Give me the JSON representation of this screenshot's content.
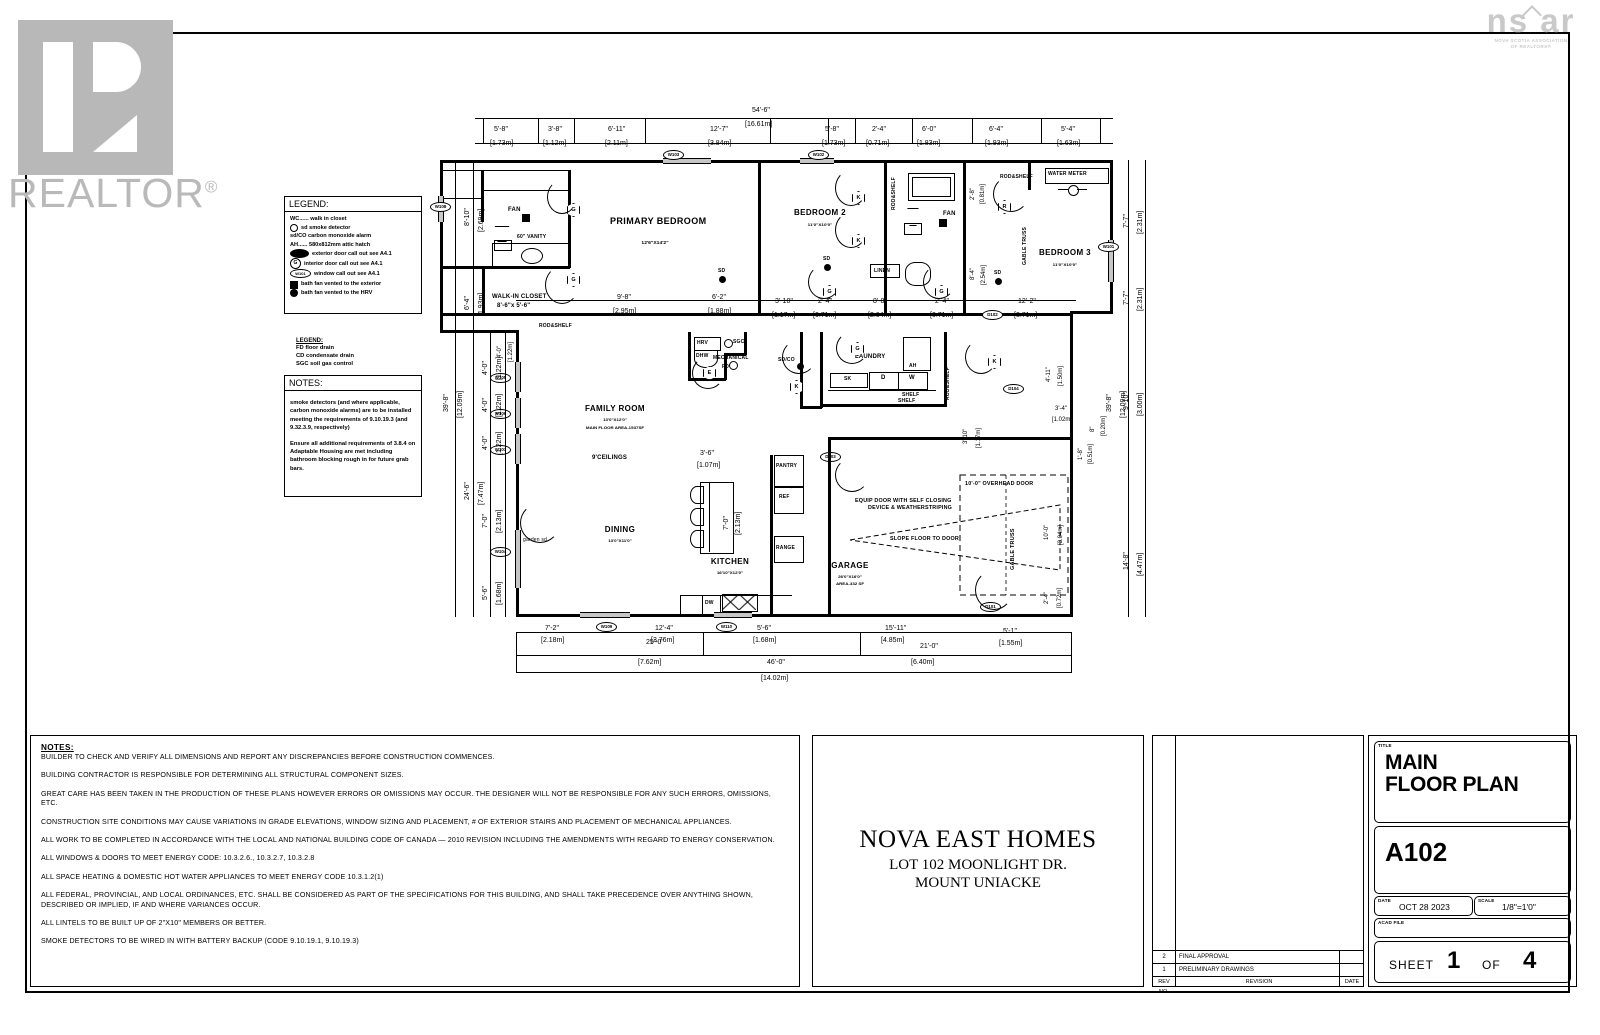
{
  "watermarks": {
    "realtor": "REALTOR",
    "realtor_reg": "®",
    "nsar": "ns  ar",
    "nsar_sub1": "NOVA SCOTIA ASSOCIATION",
    "nsar_sub2": "OF REALTORS®"
  },
  "legend": {
    "title": "LEGEND:",
    "rows": [
      "WC...... walk in closet",
      "sd      smoke detector",
      "sd/CO     carbon monoxide alarm",
      "AH...... 580x812mm attic hatch",
      "exterior door call out see A4.1",
      "interior door call out see A4.1",
      "window call out see A4.1",
      "bath fan vented to the exterior",
      "bath fan vented to the HRV"
    ],
    "door_ext_tag": "W101",
    "door_int_tag": "G",
    "window_tag": "W101"
  },
  "legend2": {
    "title": "LEGEND:",
    "rows": [
      "FD  floor drain",
      "CD  condensate drain",
      "SGC  soil gas control"
    ]
  },
  "notes_box": {
    "title": "NOTES:",
    "paragraphs": [
      "smoke detectors (and where applicable, carbon monoxide alarms) are to be installed meeting the requirements of 9.10.19.3 (and 9.32.3.9, respectively)",
      "Ensure all additional requirements of 3.8.4 on Adaptable Housing are met including bathroom blocking rough in for future grab bars."
    ]
  },
  "rooms": [
    {
      "name": "PRIMARY BEDROOM",
      "size": "12'6\"X14'2\""
    },
    {
      "name": "BEDROOM 2",
      "size": "11'0\"X10'0\""
    },
    {
      "name": "BEDROOM 3",
      "size": "11'0\"X10'0\""
    },
    {
      "name": "FAMILY ROOM",
      "size": "13'0\"X12'0\"",
      "extra": "MAIN FLOOR AREA-1537SF"
    },
    {
      "name": "DINING",
      "size": "13'0\"X11'0\""
    },
    {
      "name": "KITCHEN",
      "size": "16'10\"X12'0\""
    },
    {
      "name": "GARAGE",
      "size": "26'0\"X16'0\"",
      "extra": "AREA-332 SF"
    }
  ],
  "plan_labels": {
    "walk_in_closet": "WALK-IN CLOSET",
    "walk_in_closet_size": "8'-6\"x 5'-6\"",
    "vanity60": "60\" VANITY",
    "fan": "FAN",
    "rod_shelf": "ROD&SHELF",
    "linen": "LINEN",
    "water_meter": "WATER METER",
    "gable_truss": "GABLE TRUSS",
    "laundry": "LAUNDRY",
    "mechanical": "MECHANICAL",
    "hrv": "HRV",
    "dhw": "DHW",
    "sgc": "SGC",
    "fd": "FD",
    "sd_co": "SD/CO",
    "sd": "SD",
    "ah": "AH",
    "sk": "SK",
    "dryer": "D",
    "washer": "W",
    "shelf": "SHELF",
    "pantry": "PANTRY",
    "ref": "REF",
    "range": "RANGE",
    "dw": "DW",
    "ceilings": "9'CEILINGS",
    "garden_sd": "garden sd",
    "overhead_door": "10'-0\" OVERHEAD DOOR",
    "slope_floor": "SLOPE FLOOR TO DOOR",
    "equip_door_1": "EQUIP DOOR WITH SELF CLOSING",
    "equip_door_2": "DEVICE & WEATHERSTRIPING"
  },
  "dimensions": {
    "top_overall": "54'-6\"",
    "top_overall_m": "[16.61m]",
    "top_segments": [
      {
        "ft": "5'-8\"",
        "m": "[1.73m]"
      },
      {
        "ft": "3'-8\"",
        "m": "[1.12m]"
      },
      {
        "ft": "6'-11\"",
        "m": "[2.11m]"
      },
      {
        "ft": "12'-7\"",
        "m": "[3.84m]"
      },
      {
        "ft": "5'-8\"",
        "m": "[1.73m]"
      },
      {
        "ft": "2'-4\"",
        "m": "[0.71m]"
      },
      {
        "ft": "6'-0\"",
        "m": "[1.83m]"
      },
      {
        "ft": "6'-4\"",
        "m": "[1.93m]"
      },
      {
        "ft": "5'-4\"",
        "m": "[1.63m]"
      }
    ],
    "mid_segments": [
      {
        "ft": "9'-8\"",
        "m": "[2.95m]"
      },
      {
        "ft": "6'-2\"",
        "m": "[1.88m]"
      },
      {
        "ft": "3'-10\"",
        "m": "[1.17m]"
      },
      {
        "ft": "2'-4\"",
        "m": "[0.71m]"
      },
      {
        "ft": "8'-8\"",
        "m": "[2.64m]"
      },
      {
        "ft": "2'-4\"",
        "m": "[0.71m]"
      },
      {
        "ft": "12'-2\"",
        "m": "[3.71m]"
      }
    ],
    "bottom_segments": [
      {
        "ft": "7'-2\"",
        "m": "[2.18m]"
      },
      {
        "ft": "12'-4\"",
        "m": "[3.76m]"
      },
      {
        "ft": "5'-6\"",
        "m": "[1.68m]"
      },
      {
        "ft": "15'-11\"",
        "m": "[4.85m]"
      },
      {
        "ft": "5'-1\"",
        "m": "[1.55m]"
      }
    ],
    "bottom_25": "25'-0\"",
    "bottom_25_m": "[7.62m]",
    "bottom_21": "21'-0\"",
    "bottom_21_m": "[6.40m]",
    "bottom_46": "46'-0\"",
    "bottom_46_m": "[14.02m]",
    "left_segments": [
      {
        "ft": "8'-10\"",
        "m": "[2.69m]"
      },
      {
        "ft": "6'-4\"",
        "m": "[1.93m]"
      },
      {
        "ft": "4'-0\"",
        "m": "[1.22m]"
      },
      {
        "ft": "4'-0\"",
        "m": "[1.22m]"
      },
      {
        "ft": "4'-0\"",
        "m": "[1.22m]"
      },
      {
        "ft": "7'-0\"",
        "m": "[2.13m]"
      },
      {
        "ft": "5'-6\"",
        "m": "[1.68m]"
      }
    ],
    "left_24": "24'-6\"",
    "left_24_m": "[7.47m]",
    "left_overall": "39'-8\"",
    "left_overall_m": "[12.09m]",
    "right_segments": [
      {
        "ft": "7'-7\"",
        "m": "[2.31m]"
      },
      {
        "ft": "7'-7\"",
        "m": "[2.31m]"
      },
      {
        "ft": "9'-10\"",
        "m": "[3.00m]"
      },
      {
        "ft": "14'-8\"",
        "m": "[4.47m]"
      }
    ],
    "right_overall": "39'-8\"",
    "right_overall_m": "[12.09m]",
    "misc": [
      {
        "ft": "3'-6\"",
        "m": "[1.07m]"
      },
      {
        "ft": "7'-0\"",
        "m": "[2.13m]"
      },
      {
        "ft": "2'-8\"",
        "m": "[0.81m]"
      },
      {
        "ft": "8'-4\"",
        "m": "[2.54m]"
      },
      {
        "ft": "4'-11\"",
        "m": "[1.50m]"
      },
      {
        "ft": "3'-4\"",
        "m": "[1.02m]"
      },
      {
        "ft": "8\"",
        "m": "[0.20m]"
      },
      {
        "ft": "1'-8\"",
        "m": "[0.51m]"
      },
      {
        "ft": "10'-0\"",
        "m": "[3.04m]"
      },
      {
        "ft": "2'-4\"",
        "m": "[0.72m]"
      },
      {
        "ft": "3'-10\"",
        "m": "[1.17m]"
      },
      {
        "ft": "4'-0\"",
        "m": "[1.22m]"
      },
      {
        "ft": "6'-4\"",
        "m": "[1.93m]"
      }
    ]
  },
  "titleblock": {
    "notes_heading": "NOTES:",
    "notes": [
      "BUILDER TO CHECK AND  VERIFY ALL DIMENSIONS AND REPORT ANY DISCREPANCIES BEFORE CONSTRUCTION  COMMENCES.",
      "BUILDING CONTRACTOR IS RESPONSIBLE FOR DETERMINING ALL STRUCTURAL COMPONENT SIZES.",
      "GREAT CARE HAS BEEN TAKEN IN THE PRODUCTION OF THESE PLANS HOWEVER ERRORS OR OMISSIONS MAY OCCUR. THE DESIGNER WILL NOT BE RESPONSIBLE FOR ANY SUCH ERRORS, OMISSIONS, ETC.",
      "CONSTRUCTION SITE CONDITIONS MAY CAUSE  VARIATIONS IN GRADE ELEVATIONS, WINDOW SIZING AND PLACEMENT, # OF EXTERIOR STAIRS AND PLACEMENT OF MECHANICAL APPLIANCES.",
      "ALL WORK TO BE COMPLETED IN ACCORDANCE WITH THE LOCAL AND NATIONAL BUILDING CODE OF CANADA — 2010 REVISION INCLUDING THE AMENDMENTS WITH REGARD TO ENERGY CONSERVATION.",
      "ALL WINDOWS & DOORS TO MEET ENERGY CODE: 10.3.2.6., 10.3.2.7, 10.3.2.8",
      "ALL SPACE HEATING & DOMESTIC HOT WATER APPLIANCES TO MEET ENERGY CODE 10.3.1.2(1)",
      "ALL FEDERAL, PROVINCIAL, AND LOCAL ORDINANCES, ETC. SHALL BE CONSIDERED AS  PART OF THE SPECIFICATIONS FOR THIS BUILDING, AND SHALL TAKE PRECEDENCE OVER ANYTHING SHOWN, DESCRIBED OR IMPLIED, IF AND WHERE VARIANCES OCCUR.",
      "ALL LINTELS TO BE BUILT UP OF 2\"X10\" MEMBERS OR BETTER.",
      "SMOKE DETECTORS TO BE WIRED IN WITH BATTERY BACKUP (CODE 9.10.19.1, 9.10.19.3)"
    ],
    "company": "NOVA EAST HOMES",
    "address1": "LOT 102 MOONLIGHT DR.",
    "address2": "MOUNT UNIACKE",
    "title_label": "TITLE",
    "title_line1": "MAIN",
    "title_line2": "FLOOR PLAN",
    "sheet_number": "A102",
    "date_label": "DATE",
    "date_value": "OCT 28 2023",
    "scale_label": "SCALE",
    "scale_value": "1/8\"=1'0\"",
    "acad_label": "ACAD FILE",
    "acad_value": "",
    "sheet_label": "SHEET",
    "sheet_current": "1",
    "of_label": "OF",
    "sheet_total": "4",
    "rev_rows": [
      {
        "no": "2",
        "desc": "FINAL APPROVAL",
        "date": ""
      },
      {
        "no": "1",
        "desc": "PRELIMINARY DRAWINGS",
        "date": ""
      }
    ],
    "rev_header": {
      "no": "REV NO.",
      "desc": "REVISION",
      "date": "DATE"
    }
  }
}
